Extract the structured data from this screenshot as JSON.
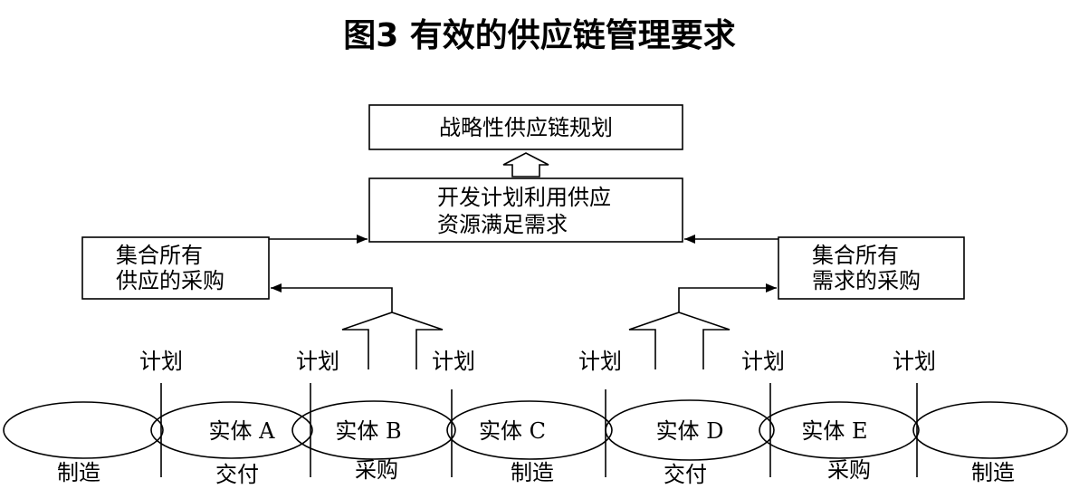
{
  "title": "图3  有效的供应链管理要求",
  "boxes": {
    "strategic": "战略性供应链规划",
    "develop_line1": "开发计划利用供应",
    "develop_line2": "资源满足需求",
    "supply_line1": "集合所有",
    "supply_line2": "供应的采购",
    "demand_line1": "集合所有",
    "demand_line2": "需求的采购"
  },
  "plan_labels": [
    "计划",
    "计划",
    "计划",
    "计划",
    "计划",
    "计划"
  ],
  "entities": [
    "实体 A",
    "实体 B",
    "实体 C",
    "实体 D",
    "实体 E"
  ],
  "process_labels": [
    "制造",
    "交付",
    "采购",
    "制造",
    "交付",
    "采购",
    "制造"
  ]
}
